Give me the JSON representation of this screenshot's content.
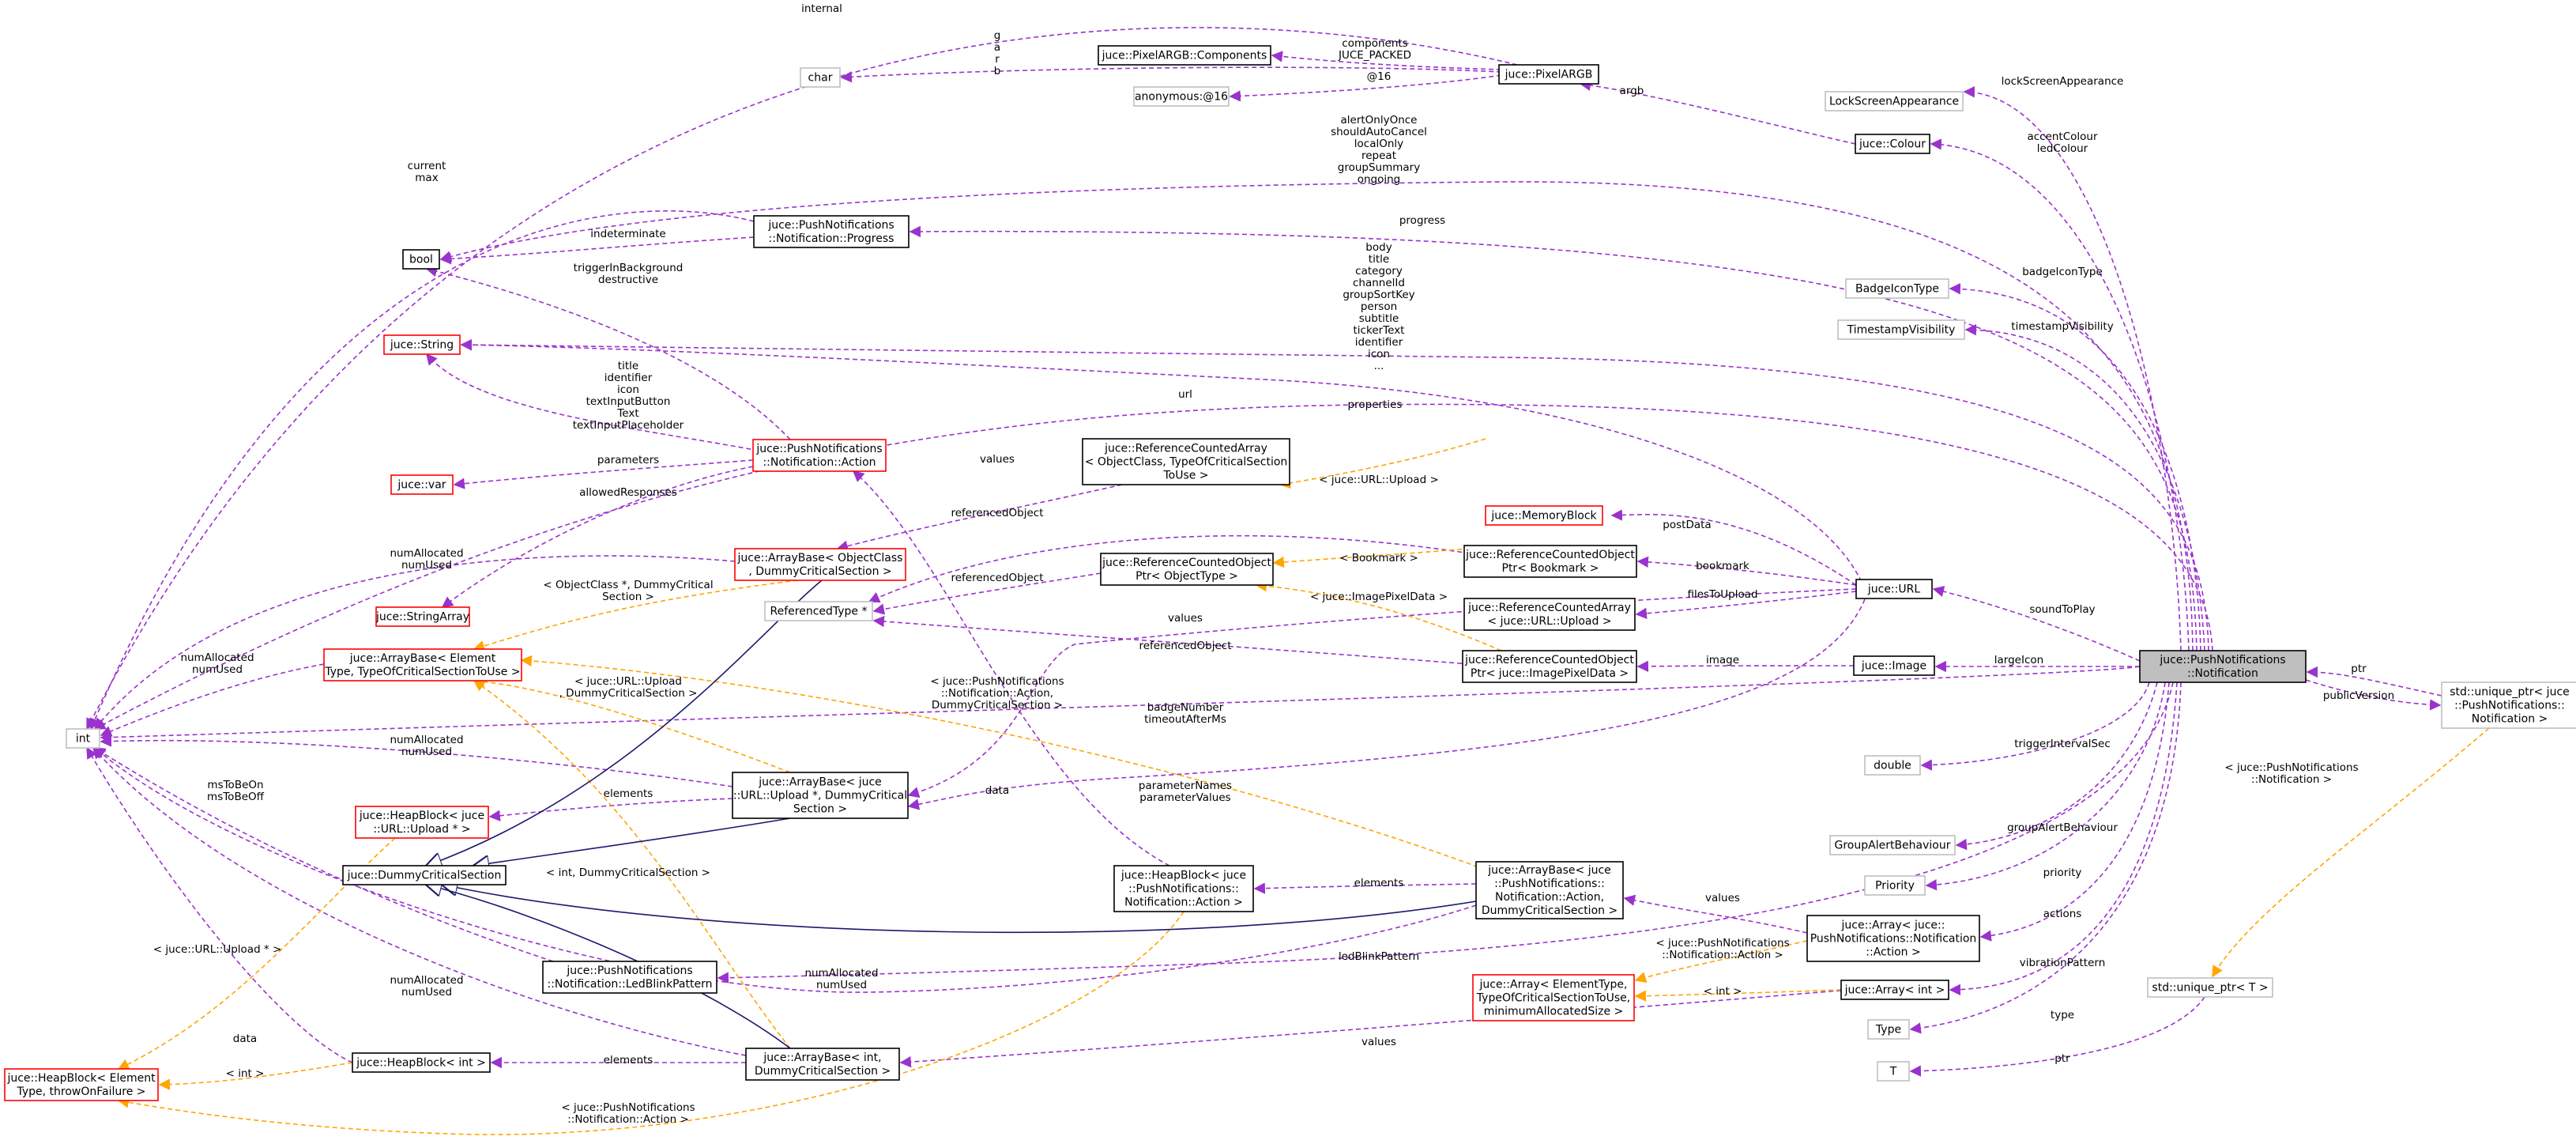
{
  "colors": {
    "usage_edge": "#9a32cd",
    "template_edge": "#ffa500",
    "inheritance_edge": "#191970",
    "documented_border": "#000000",
    "undocumented_border": "#ff0000",
    "external_border": "#bfbfbf",
    "focus_fill": "#bfbfbf"
  },
  "nodes": [
    {
      "id": "notification",
      "lines": [
        "juce::PushNotifications",
        "::Notification"
      ],
      "kind": "focus"
    },
    {
      "id": "uniqueptr_notif",
      "lines": [
        "std::unique_ptr< juce",
        "::PushNotifications::",
        "Notification >"
      ],
      "kind": "gray"
    },
    {
      "id": "uniqueptr_t",
      "lines": [
        "std::unique_ptr< T >"
      ],
      "kind": "gray"
    },
    {
      "id": "T",
      "lines": [
        "T"
      ],
      "kind": "gray"
    },
    {
      "id": "Type",
      "lines": [
        "Type"
      ],
      "kind": "gray"
    },
    {
      "id": "Priority",
      "lines": [
        "Priority"
      ],
      "kind": "gray"
    },
    {
      "id": "GroupAlertBehaviour",
      "lines": [
        "GroupAlertBehaviour"
      ],
      "kind": "gray"
    },
    {
      "id": "double",
      "lines": [
        "double"
      ],
      "kind": "gray"
    },
    {
      "id": "TimestampVisibility",
      "lines": [
        "TimestampVisibility"
      ],
      "kind": "gray"
    },
    {
      "id": "BadgeIconType",
      "lines": [
        "BadgeIconType"
      ],
      "kind": "gray"
    },
    {
      "id": "LockScreenAppearance",
      "lines": [
        "LockScreenAppearance"
      ],
      "kind": "gray"
    },
    {
      "id": "char",
      "lines": [
        "char"
      ],
      "kind": "gray"
    },
    {
      "id": "anonymous",
      "lines": [
        "anonymous:@16"
      ],
      "kind": "gray"
    },
    {
      "id": "ReferencedType",
      "lines": [
        "ReferencedType *"
      ],
      "kind": "gray"
    },
    {
      "id": "int",
      "lines": [
        "int"
      ],
      "kind": "gray"
    },
    {
      "id": "juce_colour",
      "lines": [
        "juce::Colour"
      ],
      "kind": "black"
    },
    {
      "id": "pixelargb",
      "lines": [
        "juce::PixelARGB"
      ],
      "kind": "black"
    },
    {
      "id": "components",
      "lines": [
        "juce::PixelARGB::Components"
      ],
      "kind": "black"
    },
    {
      "id": "url",
      "lines": [
        "juce::URL"
      ],
      "kind": "black"
    },
    {
      "id": "image",
      "lines": [
        "juce::Image"
      ],
      "kind": "black"
    },
    {
      "id": "array_action",
      "lines": [
        "juce::Array< juce::",
        "PushNotifications::Notification",
        "::Action >"
      ],
      "kind": "black"
    },
    {
      "id": "array_int",
      "lines": [
        "juce::Array< int >"
      ],
      "kind": "black"
    },
    {
      "id": "array_generic",
      "lines": [
        "juce::Array< ElementType,",
        "TypeOfCriticalSectionToUse,",
        "minimumAllocatedSize >"
      ],
      "kind": "red"
    },
    {
      "id": "progress",
      "lines": [
        "juce::PushNotifications",
        "::Notification::Progress"
      ],
      "kind": "black"
    },
    {
      "id": "bool",
      "lines": [
        "bool"
      ],
      "kind": "black"
    },
    {
      "id": "juce_string",
      "lines": [
        "juce::String"
      ],
      "kind": "red"
    },
    {
      "id": "juce_var",
      "lines": [
        "juce::var"
      ],
      "kind": "red"
    },
    {
      "id": "action",
      "lines": [
        "juce::PushNotifications",
        "::Notification::Action"
      ],
      "kind": "red"
    },
    {
      "id": "refarray_generic",
      "lines": [
        "juce::ReferenceCountedArray",
        "< ObjectClass, TypeOfCriticalSection",
        "ToUse >"
      ],
      "kind": "black"
    },
    {
      "id": "memoryblock",
      "lines": [
        "juce::MemoryBlock"
      ],
      "kind": "red"
    },
    {
      "id": "refptr_bookmark",
      "lines": [
        "juce::ReferenceCountedObject",
        "Ptr< Bookmark >"
      ],
      "kind": "black"
    },
    {
      "id": "refarray_upload",
      "lines": [
        "juce::ReferenceCountedArray",
        "< juce::URL::Upload >"
      ],
      "kind": "black"
    },
    {
      "id": "refptr_image",
      "lines": [
        "juce::ReferenceCountedObject",
        "Ptr< juce::ImagePixelData >"
      ],
      "kind": "black"
    },
    {
      "id": "refptr_generic",
      "lines": [
        "juce::ReferenceCountedObject",
        "Ptr< ObjectType >"
      ],
      "kind": "black"
    },
    {
      "id": "arraybase_objclass",
      "lines": [
        "juce::ArrayBase< ObjectClass",
        ", DummyCriticalSection >"
      ],
      "kind": "red"
    },
    {
      "id": "stringarray",
      "lines": [
        "juce::StringArray"
      ],
      "kind": "red"
    },
    {
      "id": "arraybase_generic",
      "lines": [
        "juce::ArrayBase< Element",
        "Type, TypeOfCriticalSectionToUse >"
      ],
      "kind": "red"
    },
    {
      "id": "arraybase_upload",
      "lines": [
        "juce::ArrayBase< juce",
        "::URL::Upload *, DummyCritical",
        "Section >"
      ],
      "kind": "black"
    },
    {
      "id": "heapblock_upload",
      "lines": [
        "juce::HeapBlock< juce",
        "::URL::Upload * >"
      ],
      "kind": "red"
    },
    {
      "id": "dummycs",
      "lines": [
        "juce::DummyCriticalSection"
      ],
      "kind": "black"
    },
    {
      "id": "heapblock_action",
      "lines": [
        "juce::HeapBlock< juce",
        "::PushNotifications::",
        "Notification::Action >"
      ],
      "kind": "black"
    },
    {
      "id": "arraybase_action",
      "lines": [
        "juce::ArrayBase< juce",
        "::PushNotifications::",
        "Notification::Action,",
        "DummyCriticalSection >"
      ],
      "kind": "black"
    },
    {
      "id": "ledblink",
      "lines": [
        "juce::PushNotifications",
        "::Notification::LedBlinkPattern"
      ],
      "kind": "black"
    },
    {
      "id": "heapblock_int",
      "lines": [
        "juce::HeapBlock< int >"
      ],
      "kind": "black"
    },
    {
      "id": "arraybase_int",
      "lines": [
        "juce::ArrayBase< int,",
        "DummyCriticalSection >"
      ],
      "kind": "black"
    },
    {
      "id": "heapblock_generic",
      "lines": [
        "juce::HeapBlock< Element",
        "Type, throwOnFailure >"
      ],
      "kind": "red"
    }
  ],
  "labels": [
    {
      "id": "l_internal",
      "lines": [
        "internal"
      ]
    },
    {
      "id": "l_garb",
      "lines": [
        "g",
        "a",
        "r",
        "b"
      ]
    },
    {
      "id": "l_components",
      "lines": [
        "components",
        "JUCE_PACKED"
      ]
    },
    {
      "id": "l_at16",
      "lines": [
        "@16"
      ]
    },
    {
      "id": "l_argb",
      "lines": [
        "argb"
      ]
    },
    {
      "id": "l_lockscreen",
      "lines": [
        "lockScreenAppearance"
      ]
    },
    {
      "id": "l_accent",
      "lines": [
        "accentColour",
        "ledColour"
      ]
    },
    {
      "id": "l_bools",
      "lines": [
        "alertOnlyOnce",
        "shouldAutoCancel",
        "localOnly",
        "repeat",
        "groupSummary",
        "ongoing"
      ]
    },
    {
      "id": "l_currentmax",
      "lines": [
        "current",
        "max"
      ]
    },
    {
      "id": "l_indeterminate",
      "lines": [
        "indeterminate"
      ]
    },
    {
      "id": "l_progress",
      "lines": [
        "progress"
      ]
    },
    {
      "id": "l_badgeicon",
      "lines": [
        "badgeIconType"
      ]
    },
    {
      "id": "l_timestamp",
      "lines": [
        "timestampVisibility"
      ]
    },
    {
      "id": "l_strings",
      "lines": [
        "body",
        "title",
        "category",
        "channelId",
        "groupSortKey",
        "person",
        "subtitle",
        "tickerText",
        "identifier",
        "icon",
        "..."
      ]
    },
    {
      "id": "l_trigger",
      "lines": [
        "triggerInBackground",
        "destructive"
      ]
    },
    {
      "id": "l_actionstrings",
      "lines": [
        "title",
        "identifier",
        "icon",
        "textInputButton",
        "Text",
        "textInputPlaceholder"
      ]
    },
    {
      "id": "l_url",
      "lines": [
        "url"
      ]
    },
    {
      "id": "l_properties",
      "lines": [
        "properties"
      ]
    },
    {
      "id": "l_parameters",
      "lines": [
        "parameters"
      ]
    },
    {
      "id": "l_allowed",
      "lines": [
        "allowedResponses"
      ]
    },
    {
      "id": "l_values1",
      "lines": [
        "values"
      ]
    },
    {
      "id": "l_upload_t",
      "lines": [
        "< juce::URL::Upload >"
      ]
    },
    {
      "id": "l_postdata",
      "lines": [
        "postData"
      ]
    },
    {
      "id": "l_refobj1",
      "lines": [
        "referencedObject"
      ]
    },
    {
      "id": "l_bookmark_t",
      "lines": [
        "< Bookmark >"
      ]
    },
    {
      "id": "l_bookmark",
      "lines": [
        "bookmark"
      ]
    },
    {
      "id": "l_numalloc1",
      "lines": [
        "numAllocated",
        "numUsed"
      ]
    },
    {
      "id": "l_refobj2",
      "lines": [
        "referencedObject"
      ]
    },
    {
      "id": "l_objclass_t",
      "lines": [
        "< ObjectClass *, DummyCritical",
        "Section >"
      ]
    },
    {
      "id": "l_imagepix_t",
      "lines": [
        "< juce::ImagePixelData >"
      ]
    },
    {
      "id": "l_files",
      "lines": [
        "filesToUpload"
      ]
    },
    {
      "id": "l_soundtoplay",
      "lines": [
        "soundToPlay"
      ]
    },
    {
      "id": "l_values2",
      "lines": [
        "values"
      ]
    },
    {
      "id": "l_refobj3",
      "lines": [
        "referencedObject"
      ]
    },
    {
      "id": "l_image",
      "lines": [
        "image"
      ]
    },
    {
      "id": "l_largeicon",
      "lines": [
        "largeIcon"
      ]
    },
    {
      "id": "l_numalloc2",
      "lines": [
        "numAllocated",
        "numUsed"
      ]
    },
    {
      "id": "l_urlupload_t",
      "lines": [
        "< juce::URL::Upload",
        ", DummyCriticalSection >"
      ]
    },
    {
      "id": "l_actiontmpl",
      "lines": [
        "< juce::PushNotifications",
        "::Notification::Action,",
        "DummyCriticalSection >"
      ]
    },
    {
      "id": "l_badgenumber",
      "lines": [
        "badgeNumber",
        "timeoutAfterMs"
      ]
    },
    {
      "id": "l_ptr1",
      "lines": [
        "ptr"
      ]
    },
    {
      "id": "l_publicversion",
      "lines": [
        "publicVersion"
      ]
    },
    {
      "id": "l_numalloc3",
      "lines": [
        "numAllocated",
        "numUsed"
      ]
    },
    {
      "id": "l_trigint",
      "lines": [
        "triggerIntervalSec"
      ]
    },
    {
      "id": "l_uniquetmpl",
      "lines": [
        "< juce::PushNotifications",
        "::Notification >"
      ]
    },
    {
      "id": "l_mstobe",
      "lines": [
        "msToBeOn",
        "msToBeOff"
      ]
    },
    {
      "id": "l_elements1",
      "lines": [
        "elements"
      ]
    },
    {
      "id": "l_data1",
      "lines": [
        "data"
      ]
    },
    {
      "id": "l_paramnames",
      "lines": [
        "parameterNames",
        "parameterValues"
      ]
    },
    {
      "id": "l_groupalert",
      "lines": [
        "groupAlertBehaviour"
      ]
    },
    {
      "id": "l_dummyint",
      "lines": [
        "< int, DummyCriticalSection >"
      ]
    },
    {
      "id": "l_elements2",
      "lines": [
        "elements"
      ]
    },
    {
      "id": "l_values3",
      "lines": [
        "values"
      ]
    },
    {
      "id": "l_priority",
      "lines": [
        "priority"
      ]
    },
    {
      "id": "l_actions",
      "lines": [
        "actions"
      ]
    },
    {
      "id": "l_uploadptr_t",
      "lines": [
        "< juce::URL::Upload * >"
      ]
    },
    {
      "id": "l_ledblink",
      "lines": [
        "ledBlinkPattern"
      ]
    },
    {
      "id": "l_actiontmpl2",
      "lines": [
        "< juce::PushNotifications",
        "::Notification::Action >"
      ]
    },
    {
      "id": "l_vibration",
      "lines": [
        "vibrationPattern"
      ]
    },
    {
      "id": "l_numalloc4",
      "lines": [
        "numAllocated",
        "numUsed"
      ]
    },
    {
      "id": "l_numalloc5",
      "lines": [
        "numAllocated",
        "numUsed"
      ]
    },
    {
      "id": "l_int_t",
      "lines": [
        "< int >"
      ]
    },
    {
      "id": "l_data2",
      "lines": [
        "data"
      ]
    },
    {
      "id": "l_int_t2",
      "lines": [
        "< int >"
      ]
    },
    {
      "id": "l_elements3",
      "lines": [
        "elements"
      ]
    },
    {
      "id": "l_values4",
      "lines": [
        "values"
      ]
    },
    {
      "id": "l_type",
      "lines": [
        "type"
      ]
    },
    {
      "id": "l_actiontmpl3",
      "lines": [
        "< juce::PushNotifications",
        "::Notification::Action >"
      ]
    },
    {
      "id": "l_ptr2",
      "lines": [
        "ptr"
      ]
    }
  ]
}
